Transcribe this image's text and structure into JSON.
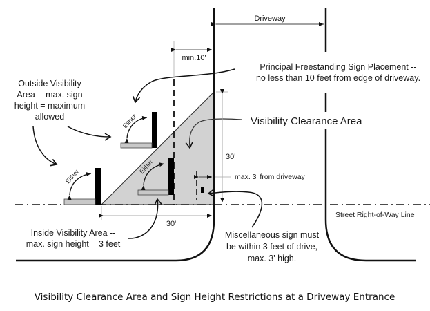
{
  "diagram": {
    "caption": "Visibility Clearance Area and Sign Height Restrictions at a Driveway Entrance",
    "labels": {
      "driveway": "Driveway",
      "min_10": "min.10'",
      "principal_line1": "Principal Freestanding Sign Placement --",
      "principal_line2": "no less than 10 feet from edge of driveway.",
      "visibility_clearance_area": "Visibility Clearance Area",
      "outside_line1": "Outside Visibility",
      "outside_line2": "Area -- max. sign",
      "outside_line3": "height = maximum",
      "outside_line4": "allowed",
      "vertical_30": "30'",
      "horizontal_30": "30'",
      "max3_from_driveway": "max. 3' from driveway",
      "street_row": "Street Right-of-Way Line",
      "inside_line1": "Inside Visibility Area --",
      "inside_line2": "max. sign height = 3 feet",
      "misc_line1": "Miscellaneous sign must",
      "misc_line2": "be within 3 feet of drive,",
      "misc_line3": "max. 3' high.",
      "either": "Either"
    },
    "colors": {
      "clearance_fill": "#d2d2d2",
      "sign_post": "#000000",
      "sign_panel": "#c8c8c8",
      "line": "#111111",
      "dim_line": "#9a9a9a"
    }
  }
}
